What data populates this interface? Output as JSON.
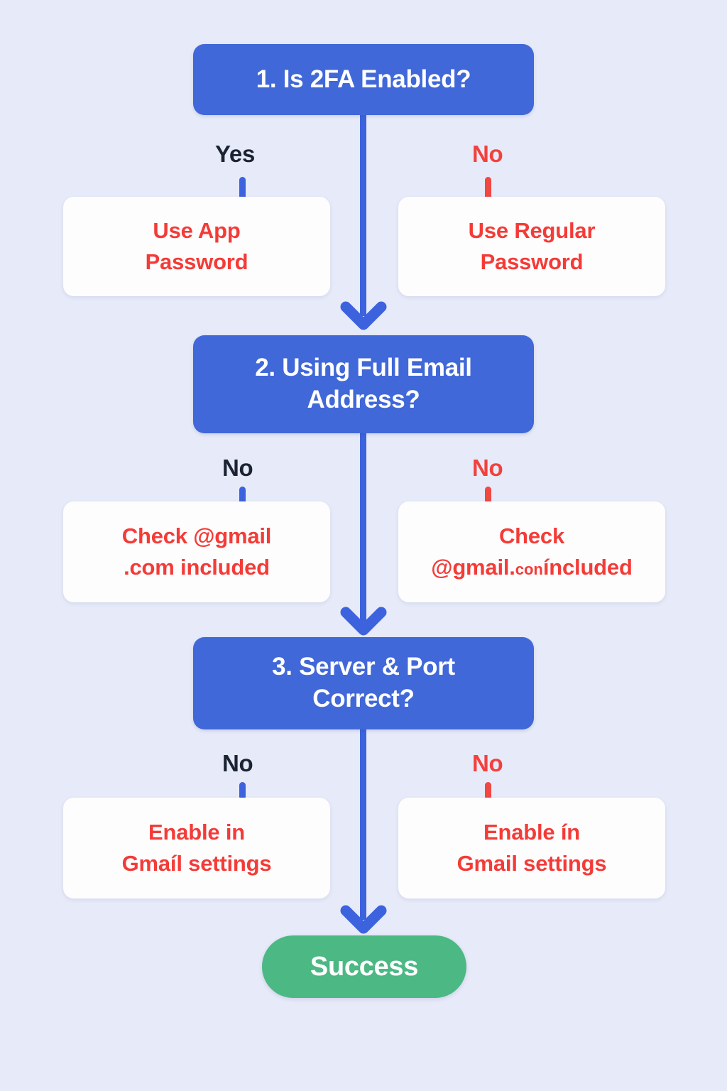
{
  "diagram": {
    "title": "Gmail connection troubleshooting flowchart",
    "background_color": "#e7eaf8",
    "colors": {
      "decision": "#4168d8",
      "action_text": "#f43b37",
      "terminal": "#4cb884",
      "connector_blue": "#3c63dd",
      "connector_red": "#f04843",
      "label_dark": "#1c2433"
    }
  },
  "nodes": {
    "decision_1": {
      "label": "1. Is 2FA Enabled?",
      "type": "decision"
    },
    "decision_2_line1": "2. Using Full Email",
    "decision_2_line2": "Address?",
    "decision_3_line1": "3. Server & Port",
    "decision_3_line2": "Correct?",
    "action_1_left_line1": "Use App",
    "action_1_left_line2": "Password",
    "action_1_right_line1": "Use Regular",
    "action_1_right_line2": "Password",
    "action_2_left_line1": "Check @gmail",
    "action_2_left_line2": ".com included",
    "action_2_right_line1": "Check",
    "action_2_right_line2a": "@gmail.",
    "action_2_right_line2b": "con",
    "action_2_right_line2c": "íncluded",
    "action_3_left_line1": "Enable in",
    "action_3_left_line2": "Gmaíl settings",
    "action_3_right_line1": "Enable ín",
    "action_3_right_line2": "Gmail settings",
    "terminal": {
      "label": "Success",
      "type": "terminal"
    }
  },
  "branch_labels": {
    "row1_left": "Yes",
    "row1_right": "No",
    "row2_left": "No",
    "row2_right": "No",
    "row3_left": "No",
    "row3_right": "No"
  }
}
